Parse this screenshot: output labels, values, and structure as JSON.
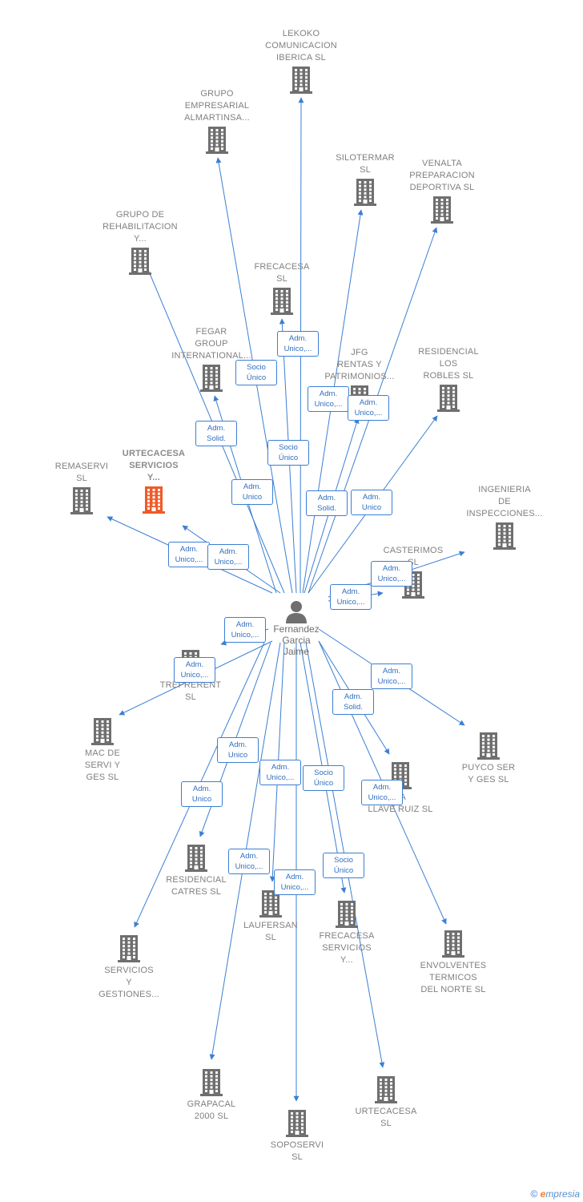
{
  "center": {
    "name_lines": [
      "Fernandez",
      "Garcia",
      "Jaime"
    ]
  },
  "colors": {
    "building": "#6f6f6f",
    "target_building": "#f05a28",
    "edge": "#3b7fd4",
    "badge_text": "#2f6fc0",
    "label": "#808080"
  },
  "icons": {
    "company": "building-icon",
    "person": "person-icon"
  },
  "nodes": [
    {
      "lines": [
        "LEKOKO",
        "COMUNICACION",
        "IBERICA  SL"
      ]
    },
    {
      "lines": [
        "GRUPO",
        "EMPRESARIAL",
        "ALMARTINSA..."
      ]
    },
    {
      "lines": [
        "SILOTERMAR",
        "SL"
      ]
    },
    {
      "lines": [
        "VENALTA",
        "PREPARACION",
        "DEPORTIVA  SL"
      ]
    },
    {
      "lines": [
        "GRUPO DE",
        "REHABILITACION",
        "Y..."
      ]
    },
    {
      "lines": [
        "FRECACESA",
        "SL"
      ]
    },
    {
      "lines": [
        "FEGAR",
        "GROUP",
        "INTERNATIONAL..."
      ]
    },
    {
      "lines": [
        "JFG",
        "RENTAS Y",
        "PATRIMONIOS..."
      ]
    },
    {
      "lines": [
        "RESIDENCIAL",
        "LOS",
        "ROBLES  SL"
      ]
    },
    {
      "lines": [
        "URTECACESA",
        "SERVICIOS",
        "Y..."
      ],
      "target": true
    },
    {
      "lines": [
        "REMASERVI",
        "SL"
      ]
    },
    {
      "lines": [
        "INGENIERIA",
        "DE",
        "INSPECCIONES..."
      ]
    },
    {
      "lines": [
        "CASTERIMOS",
        "SL"
      ]
    },
    {
      "lines": [
        "TREPRERENT",
        "SL"
      ]
    },
    {
      "lines": [
        "MAC DE",
        "SERVI Y",
        "GES  SL"
      ]
    },
    {
      "lines": [
        "PUYCO SER",
        "Y GES  SL"
      ]
    },
    {
      "lines": [
        "LA",
        "LLAVE RUIZ SL"
      ]
    },
    {
      "lines": [
        "RESIDENCIAL",
        "CATRES SL"
      ]
    },
    {
      "lines": [
        "LAUFERSAN",
        "SL"
      ]
    },
    {
      "lines": [
        "FRECACESA",
        "SERVICIOS",
        "Y..."
      ]
    },
    {
      "lines": [
        "SERVICIOS",
        "Y",
        "GESTIONES..."
      ]
    },
    {
      "lines": [
        "ENVOLVENTES",
        "TERMICOS",
        "DEL NORTE SL"
      ]
    },
    {
      "lines": [
        "GRAPACAL",
        "2000  SL"
      ]
    },
    {
      "lines": [
        "URTECACESA",
        "SL"
      ]
    },
    {
      "lines": [
        "SOPOSERVI",
        "SL"
      ]
    }
  ],
  "badges": [
    {
      "lines": [
        "Adm.",
        "Unico,..."
      ]
    },
    {
      "lines": [
        "Socio",
        "Único"
      ]
    },
    {
      "lines": [
        "Adm.",
        "Unico,..."
      ]
    },
    {
      "lines": [
        "Adm.",
        "Unico,..."
      ]
    },
    {
      "lines": [
        "Adm.",
        "Solid."
      ]
    },
    {
      "lines": [
        "Socio",
        "Único"
      ]
    },
    {
      "lines": [
        "Adm.",
        "Unico"
      ]
    },
    {
      "lines": [
        "Adm.",
        "Solid."
      ]
    },
    {
      "lines": [
        "Adm.",
        "Unico"
      ]
    },
    {
      "lines": [
        "Adm.",
        "Unico,..."
      ]
    },
    {
      "lines": [
        "Adm.",
        "Unico,..."
      ]
    },
    {
      "lines": [
        "Adm.",
        "Unico,..."
      ]
    },
    {
      "lines": [
        "Adm.",
        "Unico,..."
      ]
    },
    {
      "lines": [
        "Adm.",
        "Unico,..."
      ]
    },
    {
      "lines": [
        "Adm.",
        "Unico,..."
      ]
    },
    {
      "lines": [
        "Adm.",
        "Unico,..."
      ]
    },
    {
      "lines": [
        "Adm.",
        "Solid."
      ]
    },
    {
      "lines": [
        "Adm.",
        "Unico"
      ]
    },
    {
      "lines": [
        "Adm.",
        "Unico,..."
      ]
    },
    {
      "lines": [
        "Socio",
        "Único"
      ]
    },
    {
      "lines": [
        "Adm.",
        "Unico"
      ]
    },
    {
      "lines": [
        "Adm.",
        "Unico,..."
      ]
    },
    {
      "lines": [
        "Adm.",
        "Unico,..."
      ]
    },
    {
      "lines": [
        "Socio",
        "Único"
      ]
    },
    {
      "lines": [
        "Adm.",
        "Unico,..."
      ]
    }
  ],
  "footer": {
    "copyright": "©",
    "brand_e": "e",
    "brand_rest": "mpresia"
  }
}
